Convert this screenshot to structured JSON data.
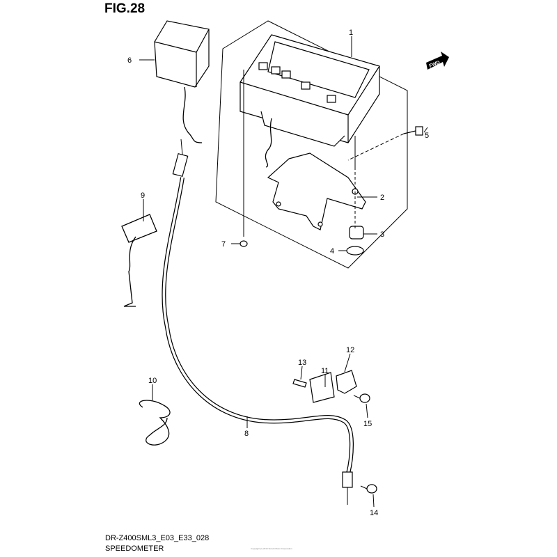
{
  "figure": {
    "title": "FIG.28",
    "model_code": "DR-Z400SML3_E03_E33_028",
    "name": "SPEEDOMETER",
    "copyright": "Copyright (c) 2013 Suzuki Motor Corporation",
    "fwd_label": "FWD"
  },
  "callouts": [
    "1",
    "2",
    "3",
    "4",
    "5",
    "6",
    "7",
    "8",
    "9",
    "10",
    "11",
    "12",
    "13",
    "14",
    "15"
  ]
}
